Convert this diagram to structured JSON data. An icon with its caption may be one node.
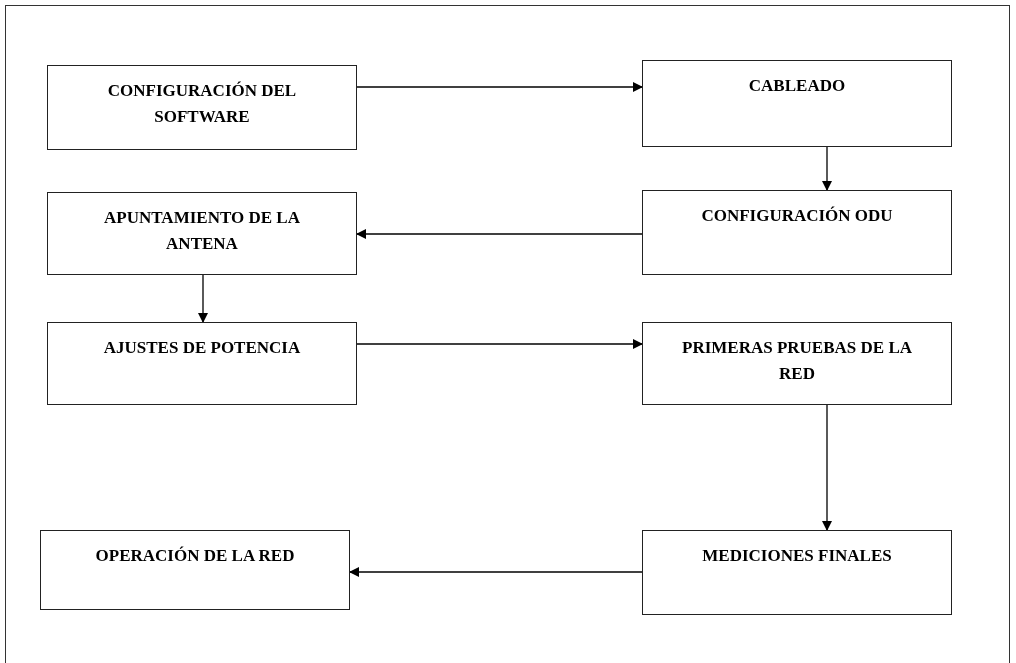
{
  "diagram": {
    "nodes": [
      {
        "text": [
          "CONFIGURACIÓN DEL SOFTWARE"
        ]
      },
      {
        "text": [
          "CABLEADO"
        ]
      },
      {
        "text": [
          "CONFIGURACIÓN ODU"
        ]
      },
      {
        "text": [
          "APUNTAMIENTO DE LA ANTENA"
        ]
      },
      {
        "text": [
          "AJUSTES DE POTENCIA"
        ]
      },
      {
        "text": [
          "PRIMERAS PRUEBAS DE LA RED"
        ]
      },
      {
        "text": [
          "MEDICIONES FINALES"
        ]
      },
      {
        "text": [
          "OPERACIÓN DE LA RED"
        ]
      }
    ],
    "edges": [
      {
        "from": 0,
        "to": 1,
        "arrow": "to"
      },
      {
        "from": 1,
        "to": 2,
        "arrow": "to"
      },
      {
        "from": 2,
        "to": 3,
        "arrow": "to"
      },
      {
        "from": 3,
        "to": 4,
        "arrow": "to"
      },
      {
        "from": 4,
        "to": 5,
        "arrow": "to"
      },
      {
        "from": 5,
        "to": 6,
        "arrow": "to"
      },
      {
        "from": 6,
        "to": 7,
        "arrow": "to"
      }
    ]
  }
}
